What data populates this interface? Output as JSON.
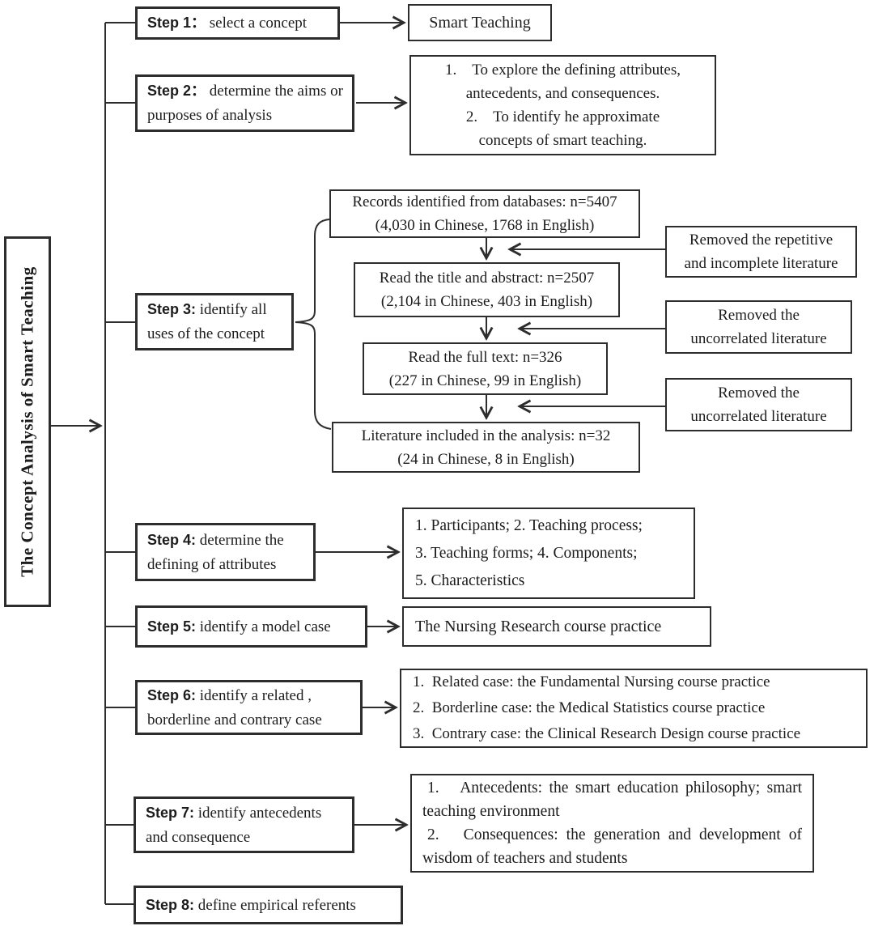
{
  "palette": {
    "ink": "#1c1c1c",
    "border": "#2d2d2d",
    "background": "#ffffff"
  },
  "root": {
    "label": "The Concept Analysis of Smart Teaching"
  },
  "steps": [
    {
      "prefix": "Step 1：",
      "label": "select a concept"
    },
    {
      "prefix": "Step 2：",
      "label": "determine the aims or purposes of analysis"
    },
    {
      "prefix": "Step 3:",
      "label": "identify all uses of the concept"
    },
    {
      "prefix": "Step 4:",
      "label": "determine the defining of attributes"
    },
    {
      "prefix": "Step 5:",
      "label": "identify a model case"
    },
    {
      "prefix": "Step 6:",
      "label": "identify a related , borderline and contrary case"
    },
    {
      "prefix": "Step 7:",
      "label": "identify antecedents and consequence"
    },
    {
      "prefix": "Step 8:",
      "label": "define empirical referents"
    }
  ],
  "results": {
    "step1": "Smart Teaching",
    "step2_lines": [
      "1.    To explore the defining attributes,",
      "antecedents, and consequences.",
      "2.    To identify he approximate",
      "concepts of smart teaching."
    ],
    "step4_lines": [
      "1. Participants; 2. Teaching process;",
      "3. Teaching forms; 4. Components;",
      "5. Characteristics"
    ],
    "step5": "The Nursing Research course practice",
    "step6_items": [
      "1.  Related case: the Fundamental Nursing course practice",
      "2.  Borderline case: the Medical Statistics course practice",
      "3.  Contrary case: the Clinical Research Design course practice"
    ],
    "step7_items": [
      "1.   Antecedents: the smart education philosophy; smart teaching environment",
      "2.   Consequences: the generation and development of wisdom of teachers and students"
    ]
  },
  "screening": {
    "stages": [
      {
        "line1": "Records identified from databases: n=5407",
        "line2": "(4,030 in Chinese, 1768 in English)"
      },
      {
        "line1": "Read the title and abstract: n=2507",
        "line2": "(2,104 in Chinese, 403 in English)"
      },
      {
        "line1": "Read the full text: n=326",
        "line2": "(227 in Chinese, 99 in English)"
      },
      {
        "line1": "Literature included in the analysis: n=32",
        "line2": "(24 in Chinese, 8 in English)"
      }
    ],
    "removals": [
      {
        "line1": "Removed the repetitive",
        "line2": "and incomplete literature"
      },
      {
        "line1": "Removed the",
        "line2": "uncorrelated literature"
      },
      {
        "line1": "Removed the",
        "line2": "uncorrelated literature"
      }
    ]
  }
}
